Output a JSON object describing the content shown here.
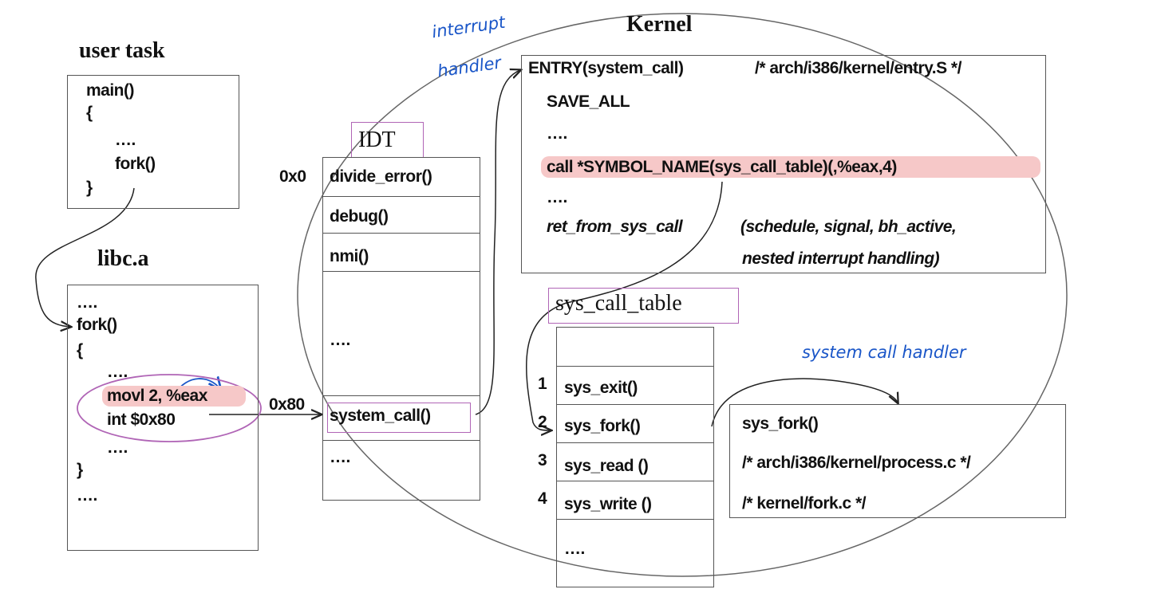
{
  "titles": {
    "user_task": "user task",
    "libc": "libc.a",
    "idt": "IDT",
    "kernel": "Kernel",
    "sys_call_table": "sys_call_table"
  },
  "user_task_lines": [
    "main()",
    "{",
    "….",
    "fork()",
    "}"
  ],
  "libc_lines": [
    "….",
    "fork()",
    "{",
    "….",
    "movl 2, %eax",
    "int $0x80",
    "….",
    "}",
    "…."
  ],
  "idt": {
    "addr_0": "0x0",
    "addr_80": "0x80",
    "rows": [
      "divide_error()",
      "debug()",
      "nmi()",
      "….",
      "system_call()",
      "…."
    ]
  },
  "entry": {
    "line1a": "ENTRY(system_call)",
    "line1b": "/* arch/i386/kernel/entry.S */",
    "line2": "SAVE_ALL",
    "line3": "….",
    "line4": "call *SYMBOL_NAME(sys_call_table)(,%eax,4)",
    "line5": "….",
    "line6a": "ret_from_sys_call",
    "line6b": "(schedule, signal, bh_active,",
    "line7": "nested interrupt handling)"
  },
  "sys_call_table": {
    "rows": [
      "",
      "sys_exit()",
      "sys_fork()",
      "sys_read ()",
      "sys_write ()",
      "…."
    ],
    "indices": [
      "1",
      "2",
      "3",
      "4"
    ]
  },
  "sys_fork_box": [
    "sys_fork()",
    "/* arch/i386/kernel/process.c */",
    "/* kernel/fork.c */"
  ],
  "annotations": {
    "interrupt_handler_1": "interrupt",
    "interrupt_handler_2": "handler",
    "system_call_handler": "system call handler"
  },
  "colors": {
    "highlight": "#f6c8c8",
    "purple": "#b065b6",
    "handwriting": "#1a56c8",
    "lines": "#555555"
  }
}
